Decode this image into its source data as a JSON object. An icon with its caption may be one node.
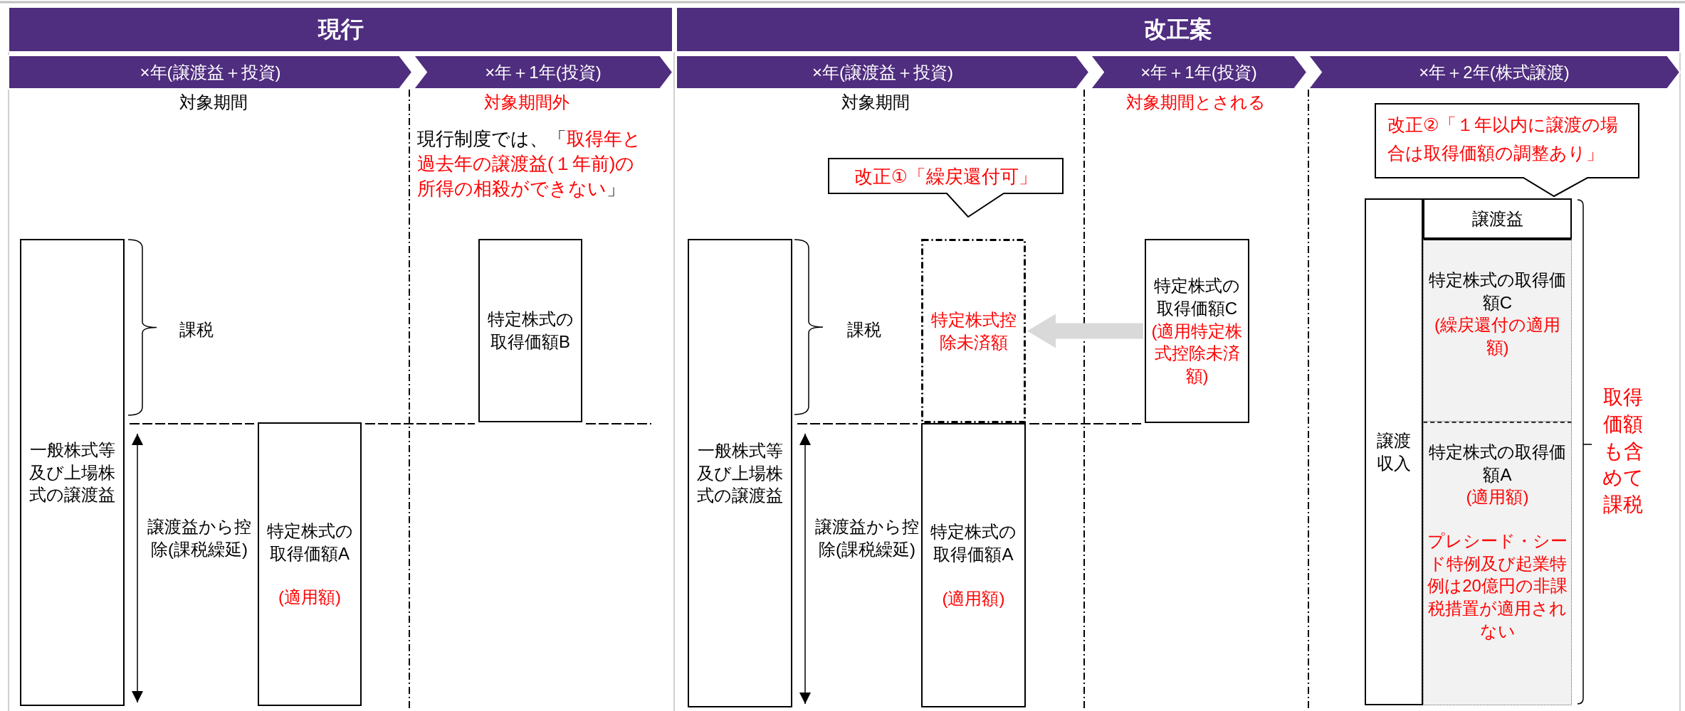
{
  "diagram": {
    "nodes": [
      {
        "text": [
          "現行"
        ]
      },
      {
        "text": [
          "×年(譲渡益＋投資)"
        ]
      },
      {
        "text": [
          "×年＋1年(投資)"
        ]
      },
      {
        "text": [
          "改正案"
        ]
      },
      {
        "text": [
          "×年(譲渡益＋投資)"
        ]
      },
      {
        "text": [
          "×年＋1年(投資)"
        ]
      },
      {
        "text": [
          "×年＋2年(株式譲渡)"
        ]
      },
      {
        "text": [
          "一般株式等及び上場株式の譲渡益"
        ]
      },
      {
        "text": [
          "特定株式の取得価額B"
        ]
      },
      {
        "text": [
          "特定株式の取得価額A",
          "(適用額)"
        ]
      },
      {
        "text": [
          "一般株式等及び上場株式の譲渡益"
        ]
      },
      {
        "text": [
          "改正①「繰戻還付可」"
        ]
      },
      {
        "text": [
          "特定株式控除未済額"
        ]
      },
      {
        "text": [
          "特定株式の取得価額C",
          "(適用特定株式控除未済額)"
        ]
      },
      {
        "text": [
          "特定株式の取得価額A",
          "(適用額)"
        ]
      },
      {
        "text": [
          "改正②「１年以内に譲渡の場合は取得価額の調整あり」"
        ]
      },
      {
        "text": [
          "譲渡収入"
        ]
      },
      {
        "text": [
          "譲渡益"
        ]
      },
      {
        "text": [
          "特定株式の取得価額C",
          "(繰戻還付の適用額)"
        ]
      },
      {
        "text": [
          "特定株式の取得価額A",
          "(適用額)",
          "プレシード・シード特例及び起業特例は20億円の非課税措置が適用されない"
        ]
      }
    ],
    "edges": [
      {
        "from": 13,
        "to": 12,
        "arrow": "to",
        "style": "thick",
        "color": "#d9d9d9"
      }
    ],
    "labels": [
      "対象期間",
      "対象期間外",
      "現行制度では、「*取得年と過去年の譲渡益(１年前)の所得の相殺ができない*」",
      "課税",
      "譲渡益から控除(課税繰延)",
      "対象期間",
      "対象期間とされる",
      "課税",
      "譲渡益から控除(課税繰延)",
      "取得価額も含めて課税"
    ]
  }
}
